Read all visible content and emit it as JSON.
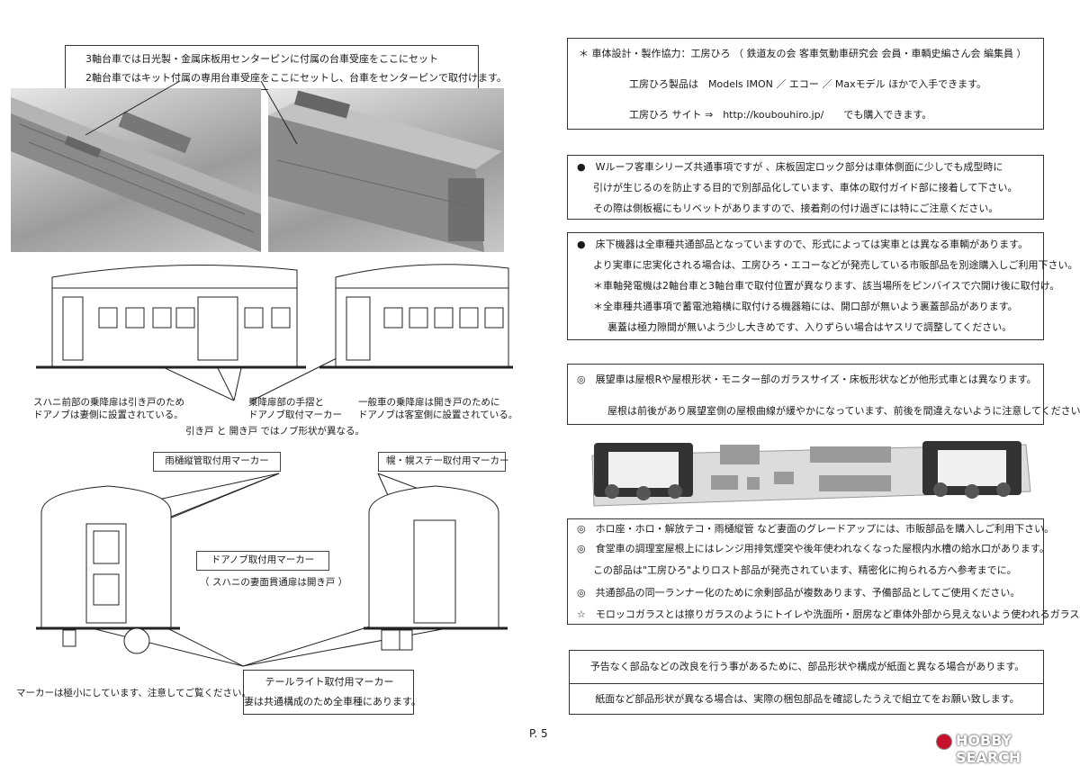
{
  "left": {
    "top_box": {
      "line1": "3軸台車では日光製・金属床板用センターピンに付属の台車受座をここにセット",
      "line2": "2軸台車ではキット付属の専用台車受座をここにセットし、台車をセンターピンで取付けます。"
    },
    "side_notes": {
      "left1": "スハニ前部の乗降扉は引き戸のため",
      "left2": "ドアノブは妻側に設置されている。",
      "mid1": "乗降扉部の手摺と",
      "mid2": "ドアノブ取付マーカー",
      "right1": "一般車の乗降扉は開き戸のために",
      "right2": "ドアノブは客室側に設置されている。",
      "center": "引き戸 と 開き戸 ではノブ形状が異なる。"
    },
    "end_labels": {
      "rain_gutter": "雨樋縦管取付用マーカー",
      "hood": "幌・幌ステー取付用マーカー",
      "door_knob": "ドアノブ取付用マーカー",
      "door_knob_sub": "（ スハニの妻面貫通扉は開き戸 ）",
      "tail_light1": "テールライト取付用マーカー",
      "tail_light2": "妻は共通構成のため全車種にあります。",
      "marker_note": "マーカーは極小にしています、注意してご覧ください。"
    },
    "page_number": "P. 5"
  },
  "right": {
    "credit": {
      "line1": "＊ 車体設計・製作協力：工房ひろ （ 鉄道友の会 客車気動車研究会 会員・車輌史編さん会 編集員 ）",
      "line2": "工房ひろ製品は　Models IMON ／ エコー ／ Maxモデル ほかで入手できます。",
      "line3": "工房ひろ サイト ⇒　http://koubouhiro.jp/　　でも購入できます。"
    },
    "box2": {
      "l1": "●　Wルーフ客車シリーズ共通事項ですが 、床板固定ロック部分は車体側面に少しでも成型時に",
      "l2": "引けが生じるのを防止する目的で別部品化しています、車体の取付ガイド部に接着して下さい。",
      "l3": "その際は側板裾にもリベットがありますので、接着剤の付け過ぎには特にご注意ください。"
    },
    "box3": {
      "l1": "●　床下機器は全車種共通部品となっていますので、形式によっては実車とは異なる車輌があります。",
      "l2": "より実車に忠実化される場合は、工房ひろ・エコーなどが発売している市販部品を別途購入しご利用下さい。",
      "l3": "＊車軸発電機は2軸台車と3軸台車で取付位置が異なります、該当場所をピンバイスで穴開け後に取付け。",
      "l4": "＊全車種共通事項で蓄電池箱横に取付ける機器箱には、開口部が無いよう裏蓋部品があります。",
      "l5": "裏蓋は極力隙間が無いよう少し大きめです、入りずらい場合はヤスリで調整してください。"
    },
    "box4": {
      "l1": "◎　展望車は屋根Rや屋根形状・モニター部のガラスサイズ・床板形状などが他形式車とは異なります。",
      "l2": "屋根は前後があり展望室側の屋根曲線が緩やかになっています、前後を間違えないように注意してください。"
    },
    "box5": {
      "l1": "◎　ホロ座・ホロ・解放テコ・雨樋縦管 など妻面のグレードアップには、市販部品を購入しご利用下さい。",
      "l2": "◎　食堂車の調理室屋根上にはレンジ用排気煙突や後年使われなくなった屋根内水槽の給水口があります。",
      "l3": "この部品は\"工房ひろ\"よりロスト部品が発売されています、精密化に拘られる方へ参考までに。",
      "l4": "◎　共通部品の同一ランナー化のために余剰部品が複数あります、予備部品としてご使用ください。",
      "l5": "☆　モロッコガラスとは擦りガラスのようにトイレや洗面所・厨房など車体外部から見えないよう使われるガラス。"
    },
    "box6": {
      "l1": "予告なく部品などの改良を行う事があるために、部品形状や構成が紙面と異なる場合があります。",
      "l2": "紙面など部品形状が異なる場合は、実際の梱包部品を確認したうえで組立てをお願い致します。"
    },
    "watermark": "HOBBY SEARCH"
  }
}
